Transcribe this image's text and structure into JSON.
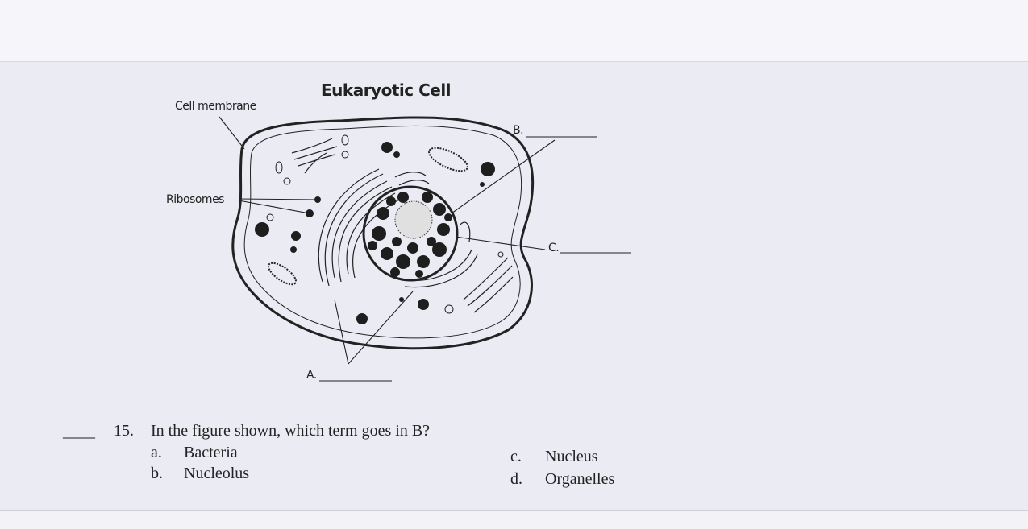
{
  "figure": {
    "title": "Eukaryotic Cell",
    "labels": {
      "cell_membrane": "Cell membrane",
      "ribosomes": "Ribosomes",
      "b": "B.",
      "c": "C.",
      "a": "A."
    }
  },
  "question": {
    "blank": "____",
    "number": "15.",
    "text": "In the figure shown, which term goes in B?",
    "options": [
      {
        "letter": "a.",
        "text": "Bacteria"
      },
      {
        "letter": "b.",
        "text": "Nucleolus"
      },
      {
        "letter": "c.",
        "text": "Nucleus"
      },
      {
        "letter": "d.",
        "text": "Organelles"
      }
    ]
  }
}
